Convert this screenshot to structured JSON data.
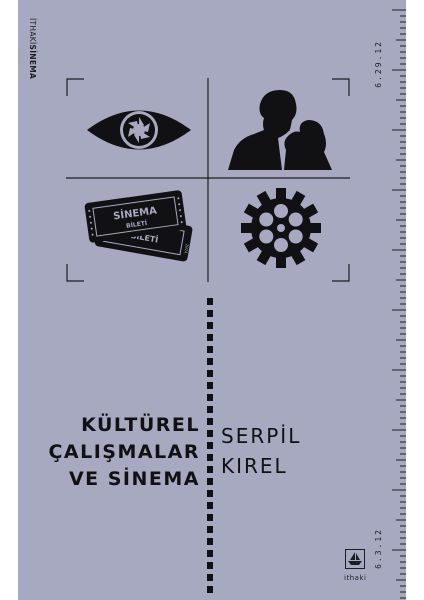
{
  "series": {
    "prefix": "İTHAKİ",
    "name": "SİNEMA"
  },
  "ruler": {
    "date_top": "6.29.12",
    "date_bottom": "6.3.12"
  },
  "ticket": {
    "line1": "SİNEMA",
    "line2": "BİLETİ"
  },
  "title": {
    "line1": "KÜLTÜREL",
    "line2": "ÇALIŞMALAR",
    "line3": "VE SİNEMA"
  },
  "author": {
    "line1": "SERPİL",
    "line2": "KIREL"
  },
  "publisher": {
    "name": "ithaki"
  },
  "colors": {
    "background": "#a7a9c0",
    "ink": "#111114"
  },
  "icons": [
    "eye-aperture-icon",
    "couple-silhouette-icon",
    "cinema-ticket-icon",
    "film-reel-gear-icon"
  ]
}
